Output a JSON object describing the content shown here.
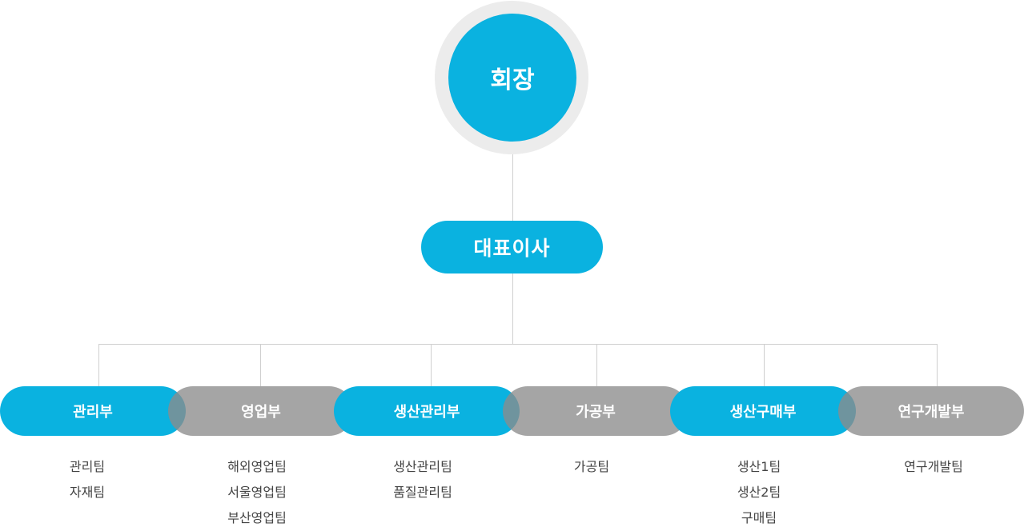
{
  "chairman": {
    "label": "회장"
  },
  "ceo": {
    "label": "대표이사"
  },
  "departments": [
    {
      "name": "관리부",
      "teams": [
        "관리팀",
        "자재팀"
      ]
    },
    {
      "name": "영업부",
      "teams": [
        "해외영업팀",
        "서울영업팀",
        "부산영업팀"
      ]
    },
    {
      "name": "생산관리부",
      "teams": [
        "생산관리팀",
        "품질관리팀"
      ]
    },
    {
      "name": "가공부",
      "teams": [
        "가공팀"
      ]
    },
    {
      "name": "생산구매부",
      "teams": [
        "생산1팀",
        "생산2팀",
        "구매팀"
      ]
    },
    {
      "name": "연구개발부",
      "teams": [
        "연구개발팀"
      ]
    }
  ],
  "colors": {
    "blue": "#0ab2e0",
    "gray": "#8c8c8c",
    "ring": "#ececec",
    "connector": "#cfcfcf"
  }
}
